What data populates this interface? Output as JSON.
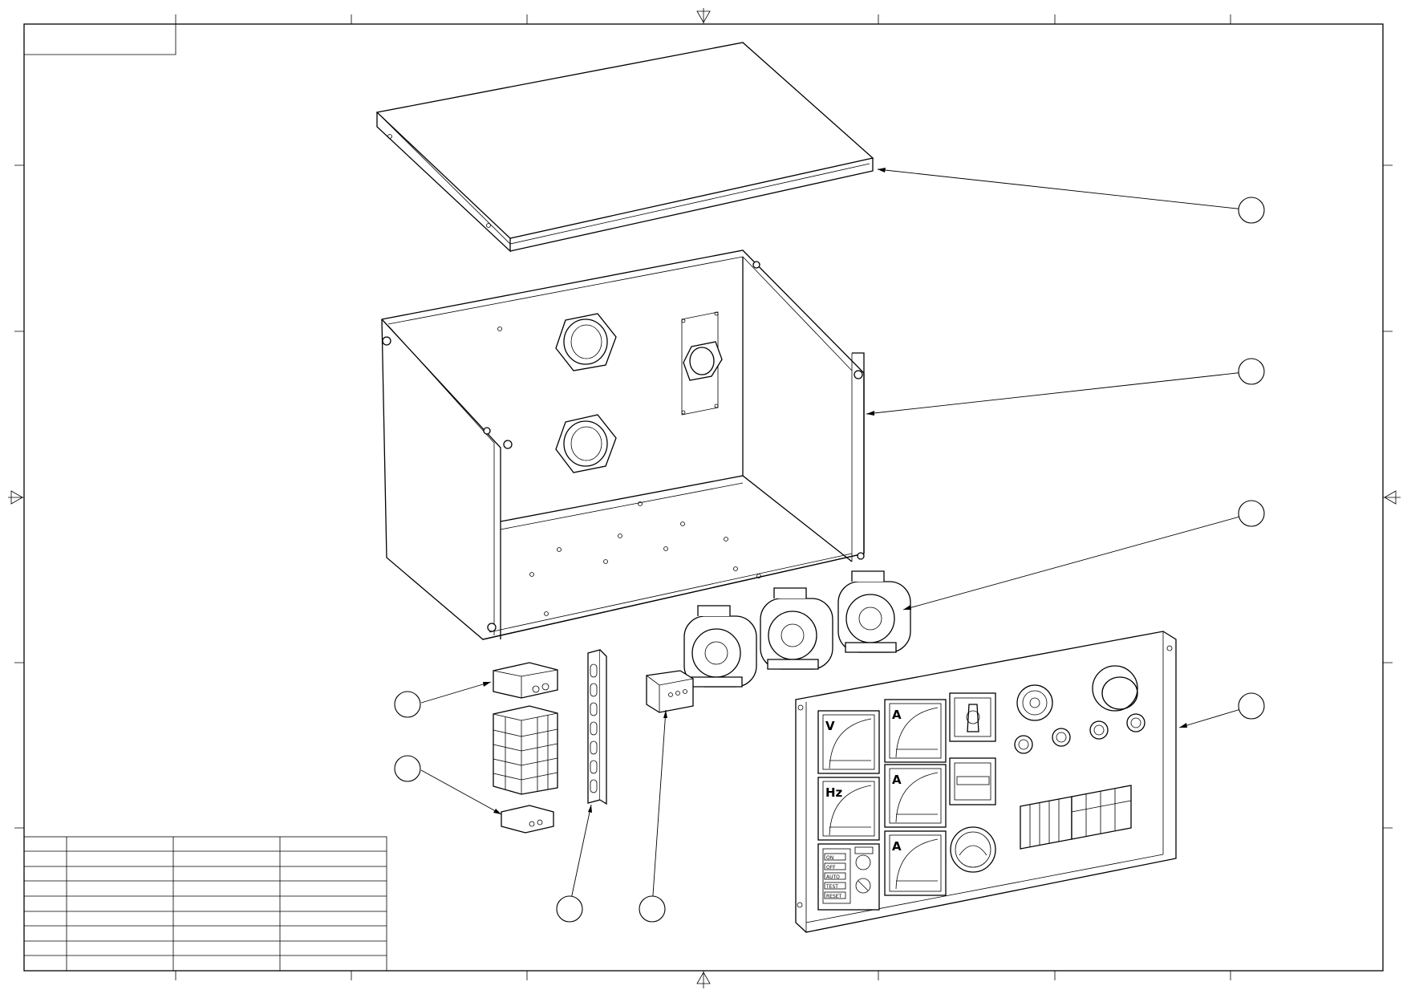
{
  "drawing": {
    "meter_labels": {
      "volt": "V",
      "amp_1": "A",
      "freq": "Hz",
      "amp_2": "A",
      "amp_3": "A"
    },
    "controller": {
      "keys": [
        "ON",
        "OFF",
        "AUTO",
        "TEST",
        "RESET"
      ]
    }
  }
}
